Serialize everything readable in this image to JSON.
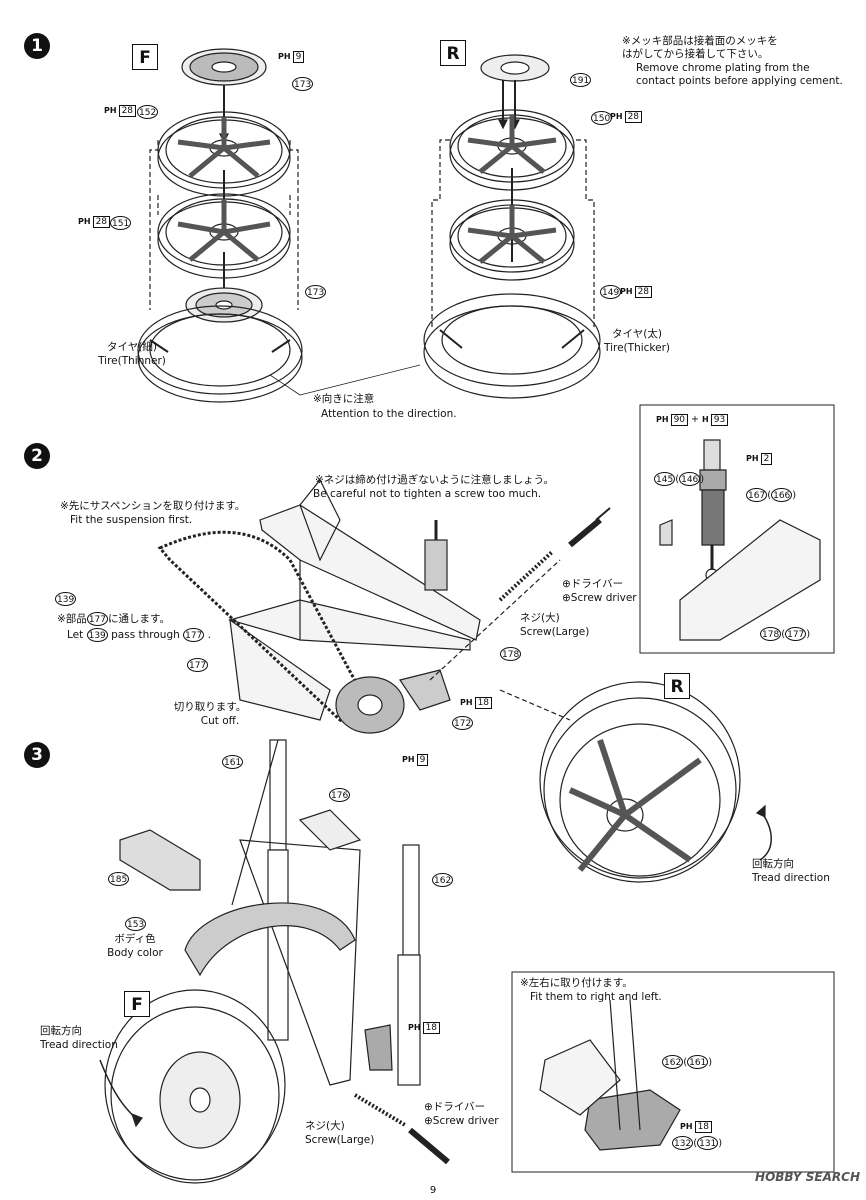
{
  "step1": {
    "number": "1",
    "front_label": "F",
    "rear_label": "R",
    "note_jp": "※メッキ部品は接着面のメッキを\nはがしてから接着して下さい。",
    "note_en_1": "Remove chrome plating from the",
    "note_en_2": "contact points before applying cement.",
    "tire_thin_jp": "タイヤ(細)",
    "tire_thin_en": "Tire(Thinner)",
    "tire_thick_jp": "タイヤ(太)",
    "tire_thick_en": "Tire(Thicker)",
    "direction_jp": "※向きに注意",
    "direction_en": "Attention to the direction.",
    "parts": {
      "p173a": "173",
      "p152": "152",
      "p151": "151",
      "p173b": "173",
      "p191": "191",
      "p150": "150",
      "p149": "149"
    },
    "paints": {
      "front_disc": "9",
      "p152": "28",
      "p151": "28",
      "p150": "28",
      "p149": "28"
    }
  },
  "step2": {
    "number": "2",
    "suspension_jp": "※先にサスペンションを取り付けます。",
    "suspension_en": "Fit the suspension first.",
    "screw_note_jp": "※ネジは締め付け過ぎないように注意しましょう。",
    "screw_note_en": "Be careful not to tighten a screw too much.",
    "pass_jp_a": "※部品",
    "pass_jp_b": "に通します。",
    "pass_en_a": "Let",
    "pass_en_b": "pass through",
    "cut_jp": "切り取ります。",
    "cut_en": "Cut off.",
    "driver_jp": "⊕ドライバー",
    "driver_en": "⊕Screw driver",
    "screw_jp": "ネジ(大)",
    "screw_en": "Screw(Large)",
    "rear_label": "R",
    "tread_jp": "回転方向",
    "tread_en": "Tread direction",
    "parts": {
      "p139": "139",
      "p177a": "177",
      "p139b": "139",
      "p177b": "177",
      "p177c": "177",
      "p178": "178",
      "p172": "172",
      "p145": "145",
      "p146": "146",
      "p167": "167",
      "p166": "166",
      "p178b": "178",
      "p177d": "177"
    },
    "paints": {
      "shock_top_a": "90",
      "shock_top_plus": "+",
      "shock_top_b": "93",
      "shock_2": "2",
      "p172": "18",
      "chain": "9"
    }
  },
  "step3": {
    "number": "3",
    "body_color_jp": "ボディ色",
    "body_color_en": "Body color",
    "front_label": "F",
    "tread_jp": "回転方向",
    "tread_en": "Tread direction",
    "screw_jp": "ネジ(大)",
    "screw_en": "Screw(Large)",
    "driver_jp": "⊕ドライバー",
    "driver_en": "⊕Screw driver",
    "fit_jp": "※左右に取り付けます。",
    "fit_en": "Fit them to right and left.",
    "parts": {
      "p161": "161",
      "p176": "176",
      "p185": "185",
      "p162": "162",
      "p153": "153",
      "p162b": "162",
      "p161b": "161",
      "p132": "132",
      "p131": "131"
    },
    "paints": {
      "caliper": "18",
      "caliper_detail": "18"
    }
  },
  "page_number": "9",
  "watermark": "HOBBY SEARCH"
}
